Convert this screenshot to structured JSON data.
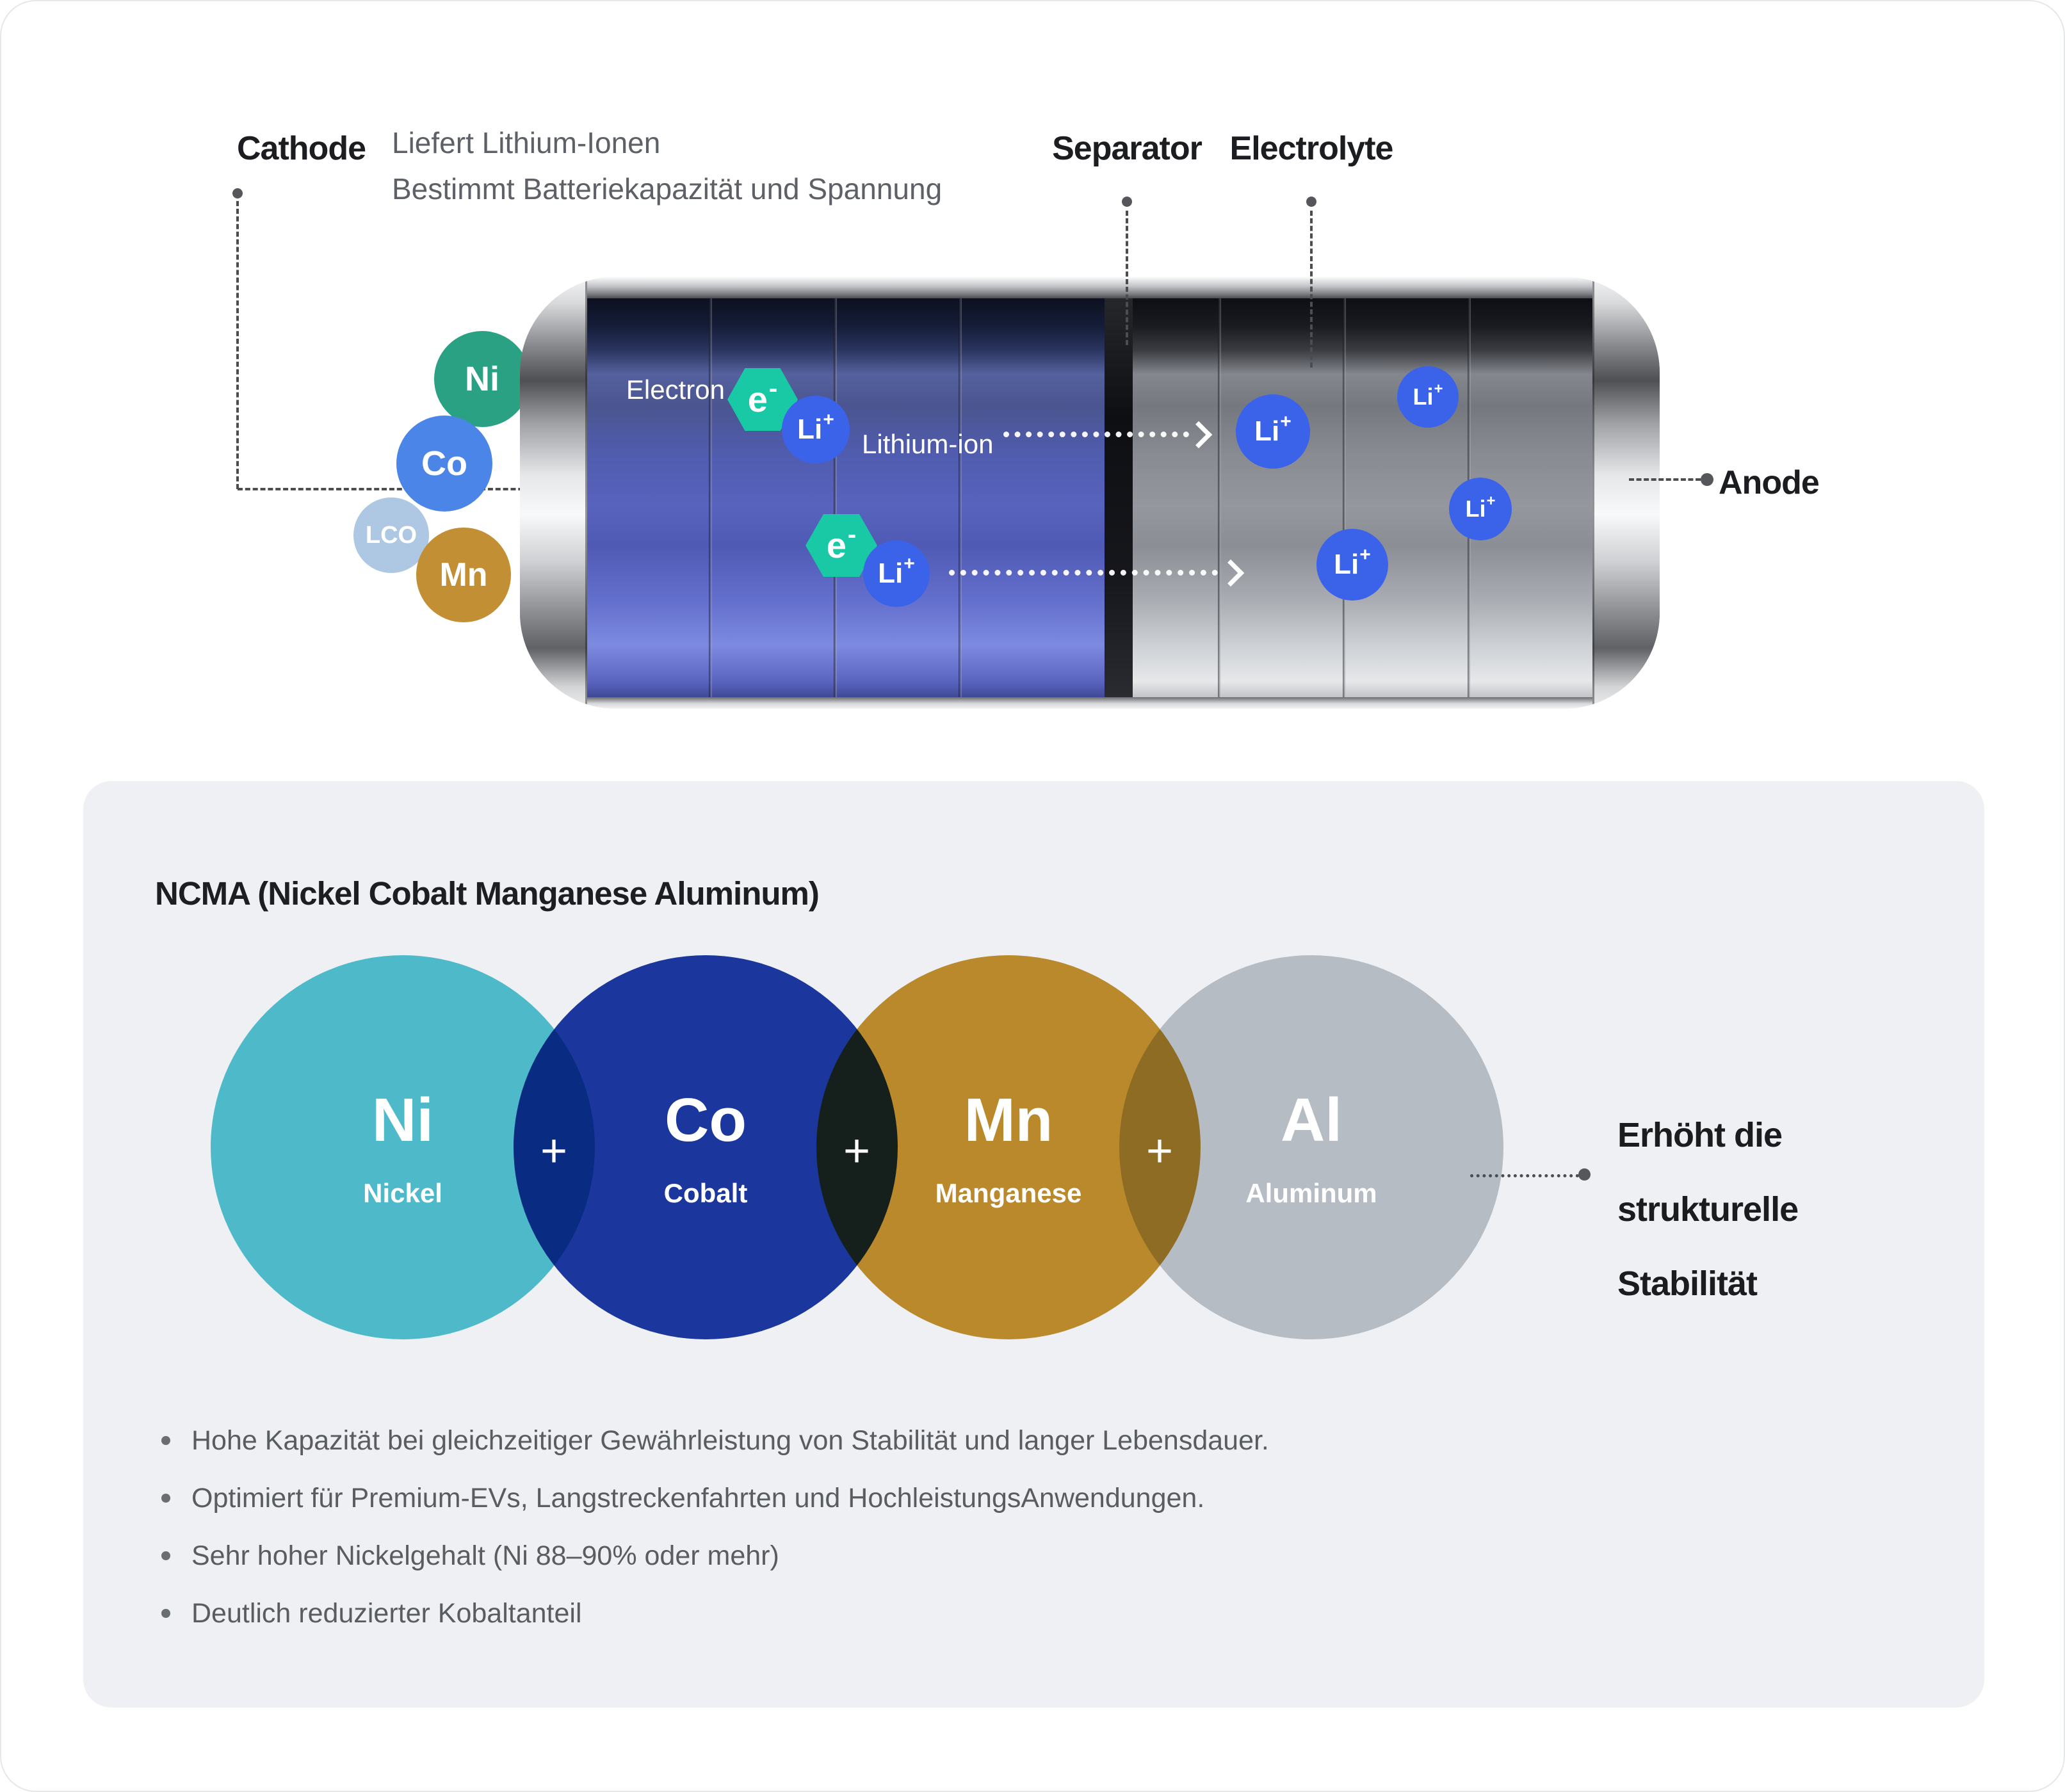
{
  "colors": {
    "page_bg": "#ffffff",
    "card_bg": "#eef0f3",
    "heading_text": "#1c1d20",
    "descriptor_text": "#5d6066",
    "bullet_text": "#595c60",
    "connector": "#4b4d51",
    "electron_hex": "#19c9a6",
    "lithium_ion_marker": "#3b63e9"
  },
  "battery_diagram": {
    "cathode": {
      "label": "Cathode",
      "desc_line1": "Liefert Lithium-Ionen",
      "desc_line2": "Bestimmt Batteriekapazität und Spannung"
    },
    "separator_label": "Separator",
    "electrolyte_label": "Electrolyte",
    "anode_label": "Anode",
    "electron_label": "Electron",
    "lithium_ion_label": "Lithium-ion",
    "particle": {
      "electron_symbol": "e",
      "electron_charge": "-",
      "ion_symbol": "Li",
      "ion_charge": "+"
    },
    "chips": [
      {
        "symbol": "Ni",
        "color": "#2aa183"
      },
      {
        "symbol": "Co",
        "color": "#4c85e8"
      },
      {
        "symbol": "LCO",
        "color": "#aec7e3"
      },
      {
        "symbol": "Mn",
        "color": "#c28f35"
      }
    ]
  },
  "ncma_card": {
    "title": "NCMA (Nickel Cobalt Manganese Aluminum)",
    "plus_sign": "+",
    "elements": [
      {
        "symbol": "Ni",
        "name": "Nickel",
        "color": "#53c6d3"
      },
      {
        "symbol": "Co",
        "name": "Cobalt",
        "color": "#1c3aa5"
      },
      {
        "symbol": "Mn",
        "name": "Manganese",
        "color": "#c7922e"
      },
      {
        "symbol": "Al",
        "name": "Aluminum",
        "color": "#c3c8cd"
      }
    ],
    "annotation": [
      "Erhöht die",
      "strukturelle",
      "Stabilität"
    ],
    "bullets": [
      "Hohe Kapazität bei gleichzeitiger Gewährleistung von Stabilität und langer Lebensdauer.",
      "Optimiert für Premium-EVs, Langstreckenfahrten und HochleistungsAnwendungen.",
      "Sehr hoher Nickelgehalt (Ni 88–90% oder mehr)",
      "Deutlich reduzierter Kobaltanteil"
    ]
  }
}
